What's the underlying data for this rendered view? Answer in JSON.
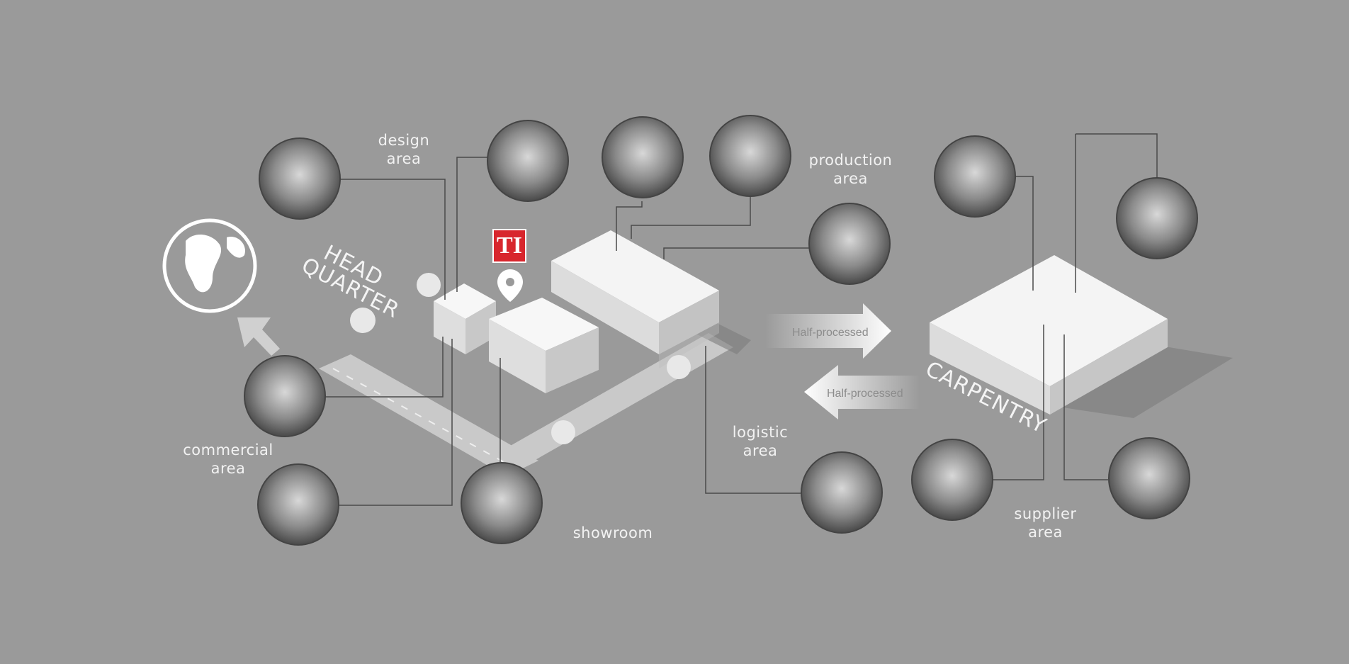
{
  "labels": {
    "design_area": [
      "design",
      "area"
    ],
    "production_area": [
      "production",
      "area"
    ],
    "commercial_area": [
      "commercial",
      "area"
    ],
    "logistic_area": [
      "logistic",
      "area"
    ],
    "supplier_area": [
      "supplier",
      "area"
    ],
    "showroom": "showroom",
    "headquarter": [
      "HEAD",
      "QUARTER"
    ],
    "carpentry": "CARPENTRY"
  },
  "arrows": {
    "to_carpentry": "Half-processed",
    "from_carpentry": "Half-processed"
  },
  "logo": {
    "text": "TI",
    "color": "#d8262d"
  },
  "icons": [
    "globe-icon",
    "location-pin-icon",
    "ti-logo-icon"
  ],
  "colors": {
    "background": "#9a9a9a",
    "building": "#f2f2f2",
    "accent": "#d8262d"
  }
}
